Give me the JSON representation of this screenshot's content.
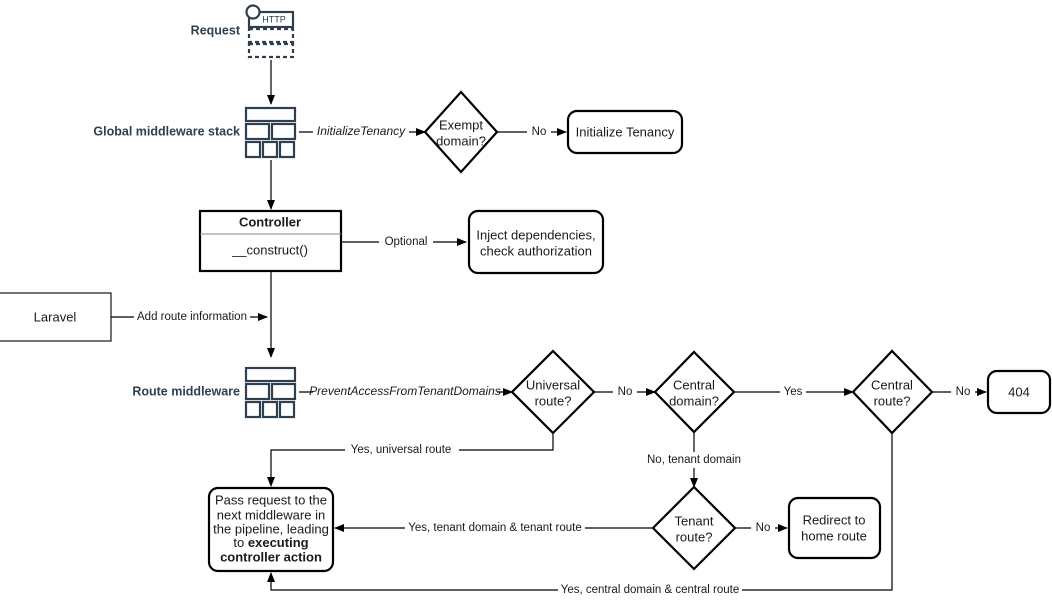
{
  "diagram": {
    "title": "Laravel multi-tenancy request lifecycle flowchart",
    "colors": {
      "stroke": "#000000",
      "icon": "#2e3f50",
      "label": "#2e3f50",
      "background": "#ffffff"
    },
    "side_labels": {
      "request": "Request",
      "global_middleware": "Global middleware stack",
      "route_middleware": "Route middleware"
    },
    "icons": {
      "http_request": "http-request-icon",
      "http_badge": "HTTP",
      "middleware_stack": "middleware-stack-icon"
    },
    "nodes": {
      "exempt_domain": "Exempt domain?",
      "initialize_tenancy": "Initialize Tenancy",
      "controller_title": "Controller",
      "controller_method": "__construct()",
      "inject_dependencies_l1": "Inject dependencies,",
      "inject_dependencies_l2": "check authorization",
      "laravel": "Laravel",
      "universal_route": "Universal route?",
      "central_domain": "Central domain?",
      "central_route": "Central route?",
      "not_found": "404",
      "tenant_route": "Tenant route?",
      "redirect_home_l1": "Redirect to",
      "redirect_home_l2": "home route",
      "pass_request_l1": "Pass request to the",
      "pass_request_l2": "next middleware in",
      "pass_request_l3": "the pipeline, leading",
      "pass_request_l4_plain": "to ",
      "pass_request_l4_bold": "executing",
      "pass_request_l5_bold": "controller action"
    },
    "edge_labels": {
      "initialize_tenancy_mw": "InitializeTenancy",
      "exempt_no": "No",
      "optional": "Optional",
      "add_route_information": "Add route information",
      "prevent_access": "PreventAccessFromTenantDomains",
      "universal_no": "No",
      "central_domain_yes": "Yes",
      "central_route_no": "No",
      "yes_universal_route": "Yes, universal route",
      "no_tenant_domain": "No, tenant domain",
      "tenant_route_no": "No",
      "yes_tenant_domain_tenant_route": "Yes, tenant domain & tenant route",
      "yes_central_domain_central_route": "Yes, central domain & central route"
    }
  }
}
